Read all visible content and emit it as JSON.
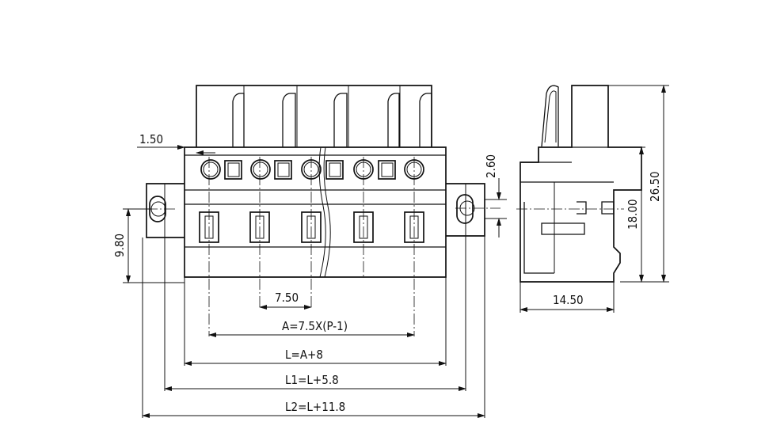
{
  "labels": {
    "pitch_offset": "1.50",
    "pitch": "7.50",
    "formula_a": "A=7.5X(P-1)",
    "formula_l": "L=A+8",
    "formula_l1": "L1=L+5.8",
    "formula_l2": "L2=L+11.8",
    "height_flange": "9.80",
    "height_side_small": "2.60",
    "height_side_mid": "18.00",
    "height_side_total": "26.50",
    "depth_side": "14.50"
  }
}
